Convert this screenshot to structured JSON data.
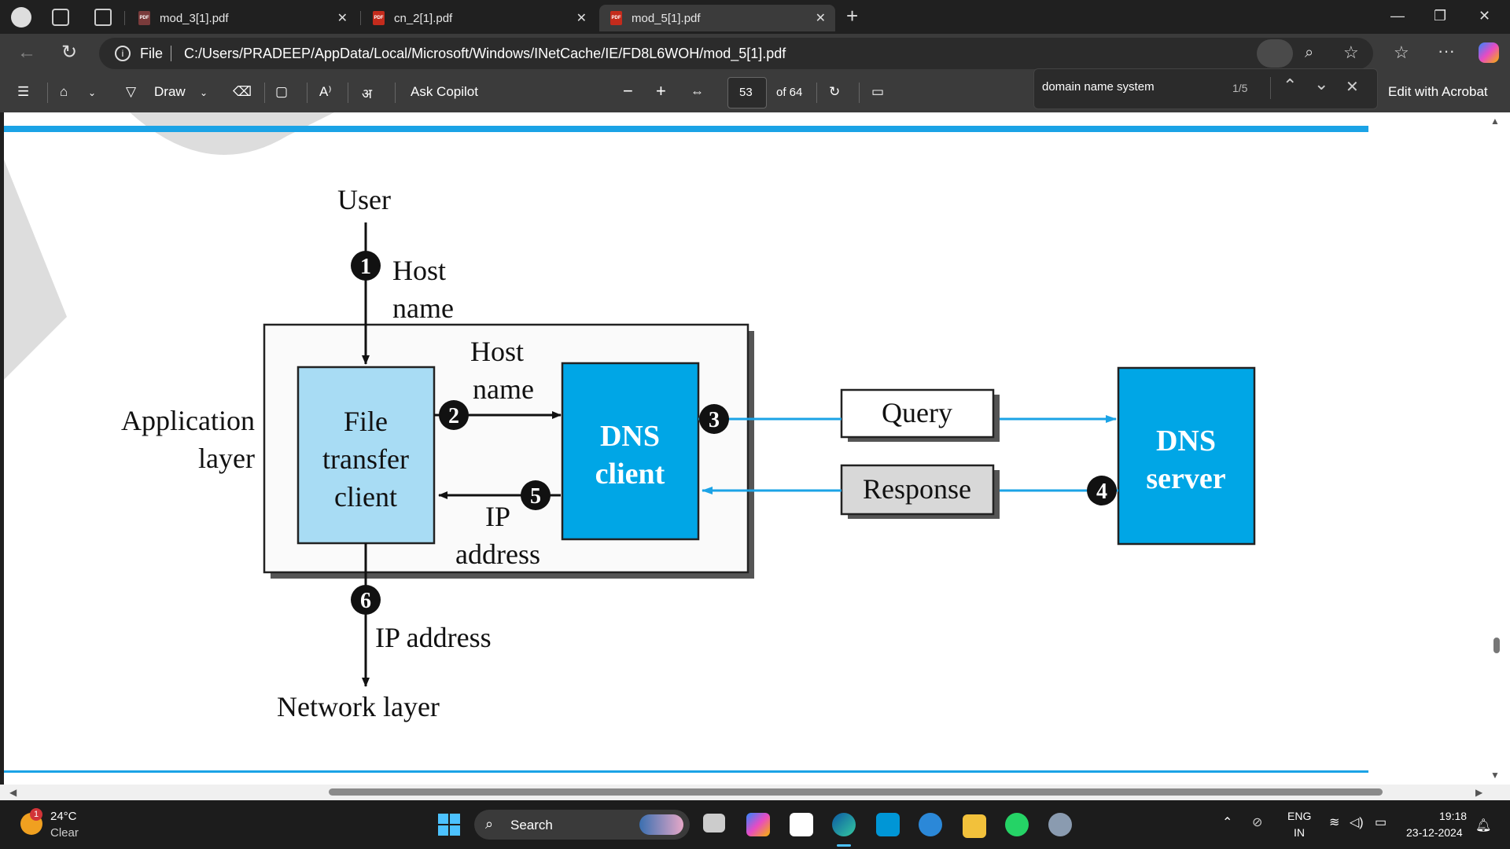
{
  "tabs": [
    {
      "title": "mod_3[1].pdf",
      "close": "✕"
    },
    {
      "title": "cn_2[1].pdf",
      "close": "✕"
    },
    {
      "title": "mod_5[1].pdf",
      "close": "✕",
      "active": true
    }
  ],
  "new_tab": "+",
  "window_controls": {
    "minimize": "—",
    "maximize": "❐",
    "close": "✕"
  },
  "address": {
    "scheme_label": "File",
    "url": "C:/Users/PRADEEP/AppData/Local/Microsoft/Windows/INetCache/IE/FD8L6WOH/mod_5[1].pdf"
  },
  "pdf_toolbar": {
    "draw_label": "Draw",
    "ask_copilot": "Ask Copilot",
    "zoom_out": "−",
    "zoom_in": "+",
    "page_current": "53",
    "page_total": "of 64",
    "edit_with_acrobat": "Edit with Acrobat"
  },
  "find": {
    "query": "domain name system",
    "count": "1/5"
  },
  "diagram": {
    "user": "User",
    "step1_label_line1": "Host",
    "step1_label_line2": "name",
    "app_layer_line1": "Application",
    "app_layer_line2": "layer",
    "ftc_line1": "File",
    "ftc_line2": "transfer",
    "ftc_line3": "client",
    "step2_label_line1": "Host",
    "step2_label_line2": "name",
    "dns_client_line1": "DNS",
    "dns_client_line2": "client",
    "step5_label_line1": "IP",
    "step5_label_line2": "address",
    "query": "Query",
    "response": "Response",
    "dns_server_line1": "DNS",
    "dns_server_line2": "server",
    "step6_label": "IP address",
    "network_layer": "Network layer",
    "steps": [
      "1",
      "2",
      "3",
      "4",
      "5",
      "6"
    ]
  },
  "taskbar": {
    "weather_temp": "24°C",
    "weather_desc": "Clear",
    "weather_badge": "1",
    "search": "Search",
    "lang_line1": "ENG",
    "lang_line2": "IN",
    "time": "19:18",
    "date": "23-12-2024"
  },
  "colors": {
    "accent_blue": "#00a6e6",
    "light_blue": "#a8dcf4",
    "rule_blue": "#1ba3e6"
  }
}
